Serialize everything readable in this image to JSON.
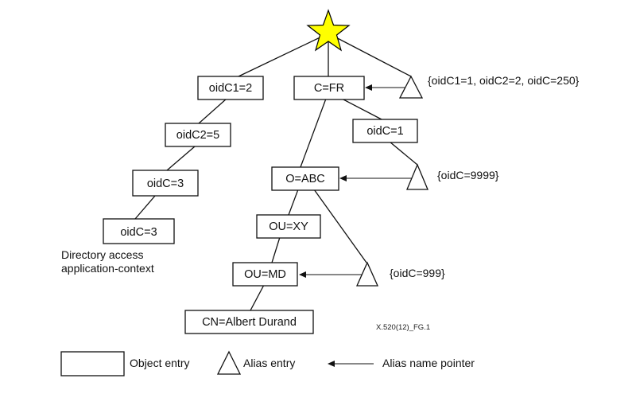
{
  "colors": {
    "root_star_fill": "#ffff00",
    "root_star_stroke": "#000000",
    "line": "#111111"
  },
  "root": {
    "icon": "star-icon"
  },
  "nodes": {
    "oidc1": "oidC1=2",
    "oidc2": "oidC2=5",
    "oidc3_left": "oidC=3",
    "oidc3_leaf": "oidC=3",
    "c_fr": "C=FR",
    "oidc_1": "oidC=1",
    "o_abc": "O=ABC",
    "ou_xy": "OU=XY",
    "ou_md": "OU=MD",
    "cn": "CN=Albert Durand"
  },
  "aliases": {
    "top": "{oidC1=1, oidC2=2, oidC=250}",
    "middle": "{oidC=9999}",
    "lower": "{oidC=999}"
  },
  "annotation": {
    "line1": "Directory access",
    "line2": "application-context"
  },
  "figure_id": "X.520(12)_FG.1",
  "legend": {
    "object_entry": "Object entry",
    "alias_entry": "Alias entry",
    "alias_pointer": "Alias name pointer"
  }
}
